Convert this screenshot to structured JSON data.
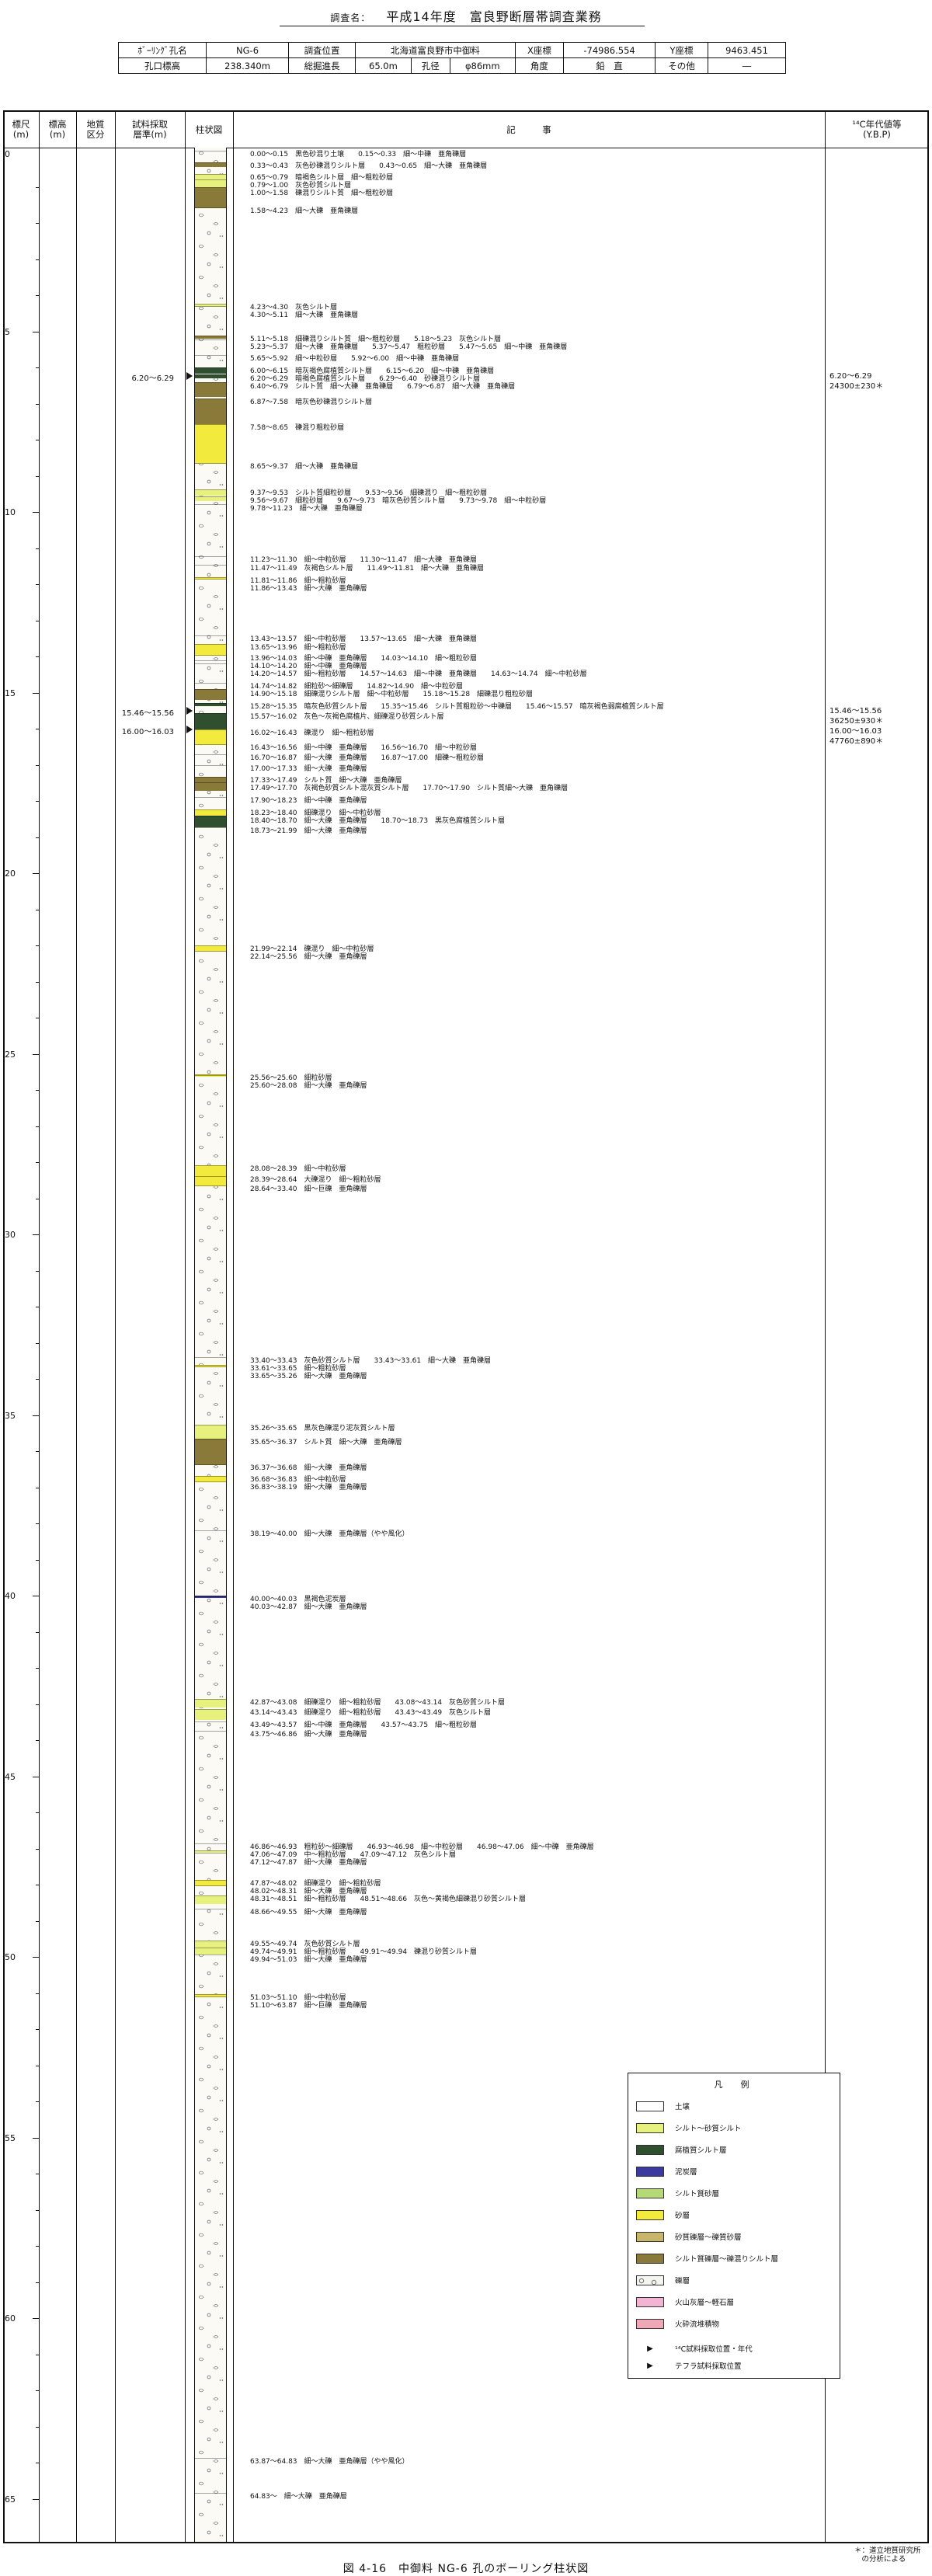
{
  "header": {
    "title_label": "調査名：",
    "title": "平成14年度　富良野断層帯調査業務"
  },
  "info": {
    "row1": [
      "ﾎﾞｰﾘﾝｸﾞ孔名",
      "NG-6",
      "調査位置",
      "北海道富良野市中御料",
      "X座標",
      "-74986.554",
      "Y座標",
      "9463.451"
    ],
    "row2": [
      "孔口標高",
      "238.340m",
      "総掘進長",
      "65.0m",
      "孔径",
      "φ86mm",
      "角度",
      "鉛　直",
      "その他",
      "―"
    ]
  },
  "columns": {
    "scale": "標尺\n(m)",
    "elev": "標高\n(m)",
    "geo": "地質\n区分",
    "sample": "試料採取\n層準(m)",
    "log": "柱状図",
    "desc": "記　　　事",
    "c14": "¹⁴C年代値等\n(Y.B.P)"
  },
  "depth_ticks": [
    "0",
    "5",
    "10",
    "15",
    "20",
    "25",
    "30",
    "35",
    "40",
    "45",
    "50",
    "55",
    "60",
    "65"
  ],
  "log_entries": [
    "0.00～0.15　黒色砂混り土壌　　0.15～0.33　細～中礫　亜角礫層",
    "0.33～0.43　灰色砂礫混りシルト層　　0.43～0.65　細～大礫　亜角礫層",
    "0.65～0.79　暗褐色シルト層　細～粗粒砂層",
    "0.79～1.00　灰色砂質シルト層",
    "1.00～1.58　礫混りシルト質　細～粗粒砂層",
    "1.58～4.23　細～大礫　亜角礫層",
    "4.23～4.30　灰色シルト層",
    "4.30～5.11　細～大礫　亜角礫層",
    "5.11～5.18　細礫混りシルト質　細～粗粒砂層　　5.18～5.23　灰色シルト層",
    "5.23～5.37　細～大礫　亜角礫層　　5.37～5.47　粗粒砂層　　5.47～5.65　細～中礫　亜角礫層",
    "5.65～5.92　細～中粒砂層　　5.92～6.00　細～中礫　亜角礫層",
    "6.00～6.15　暗灰褐色腐植質シルト層　　6.15～6.20　細～中礫　亜角礫層",
    "6.20～6.29　暗褐色腐植質シルト層　　6.29～6.40　砂礫混りシルト層",
    "6.40～6.79　シルト質　細～大礫　亜角礫層　　6.79～6.87　細～大礫　亜角礫層",
    "6.87～7.58　暗灰色砂礫混りシルト層",
    "7.58～8.65　礫混り粗粒砂層",
    "8.65～9.37　細～大礫　亜角礫層",
    "9.37～9.53　シルト質細粒砂層　　9.53～9.56　細礫混り　細～粗粒砂層",
    "9.56～9.67　細粒砂層　　9.67～9.73　暗灰色砂質シルト層　　9.73～9.78　細～中粒砂層",
    "9.78～11.23　細～大礫　亜角礫層",
    "11.23～11.30　細～中粒砂層　　11.30～11.47　細～大礫　亜角礫層",
    "11.47～11.49　灰褐色シルト層　　11.49～11.81　細～大礫　亜角礫層",
    "11.81～11.86　細～粗粒砂層",
    "11.86～13.43　細～大礫　亜角礫層",
    "13.43～13.57　細～中粒砂層　　13.57～13.65　細～大礫　亜角礫層",
    "13.65～13.96　細～粗粒砂層",
    "13.96～14.03　細～中礫　亜角礫層　　14.03～14.10　細～粗粒砂層",
    "14.10～14.20　細～中礫　亜角礫層",
    "14.20～14.57　細～粗粒砂層　　14.57～14.63　細～中礫　亜角礫層　　14.63～14.74　細～中粒砂層",
    "14.74～14.82　細粒砂～細礫層　　14.82～14.90　細～中粒砂層",
    "14.90～15.18　細礫混りシルト層　細～中粒砂層　　15.18～15.28　細礫混り粗粒砂層",
    "15.28～15.35　暗灰色砂質シルト層　　15.35～15.46　シルト質粗粒砂～中礫層　　15.46～15.57　暗灰褐色弱腐植質シルト層",
    "15.57～16.02　灰色～灰褐色腐植片、細礫混り砂質シルト層",
    "16.02～16.43　礫混り　細～粗粒砂層",
    "16.43～16.56　細～中礫　亜角礫層　　16.56～16.70　細～中粒砂層",
    "16.70～16.87　細～大礫　亜角礫層　　16.87～17.00　細礫～粗粒砂層",
    "17.00～17.33　細～大礫　亜角礫層",
    "17.33～17.49　シルト質　細～大礫　亜角礫層",
    "17.49～17.70　灰褐色砂質シルト混灰質シルト層　　17.70～17.90　シルト質細～大礫　亜角礫層",
    "17.90～18.23　細～中礫　亜角礫層",
    "18.23～18.40　細礫混り　細～中粒砂層",
    "18.40～18.70　細～大礫　亜角礫層　　18.70～18.73　黒灰色腐植質シルト層",
    "18.73～21.99　細～大礫　亜角礫層",
    "21.99～22.14　礫混り　細～中粒砂層",
    "22.14～25.56　細～大礫　亜角礫層",
    "25.56～25.60　細粒砂層",
    "25.60～28.08　細～大礫　亜角礫層",
    "28.08～28.39　細～中粒砂層",
    "28.39～28.64　大礫混り　細～粗粒砂層",
    "28.64～33.40　細～巨礫　亜角礫層",
    "33.40～33.43　灰色砂質シルト層　　33.43～33.61　細～大礫　亜角礫層",
    "33.61～33.65　細～粗粒砂層",
    "33.65～35.26　細～大礫　亜角礫層",
    "35.26～35.65　黒灰色礫混り泥灰質シルト層",
    "35.65～36.37　シルト質　細～大礫　亜角礫層",
    "36.37～36.68　細～大礫　亜角礫層",
    "36.68～36.83　細～中粒砂層",
    "36.83～38.19　細～大礫　亜角礫層",
    "38.19～40.00　細～大礫　亜角礫層（やや風化）",
    "40.00～40.03　黒褐色泥炭層",
    "40.03～42.87　細～大礫　亜角礫層",
    "42.87～43.08　細礫混り　細～粗粒砂層　　43.08～43.14　灰色砂質シルト層",
    "43.14～43.43　細礫混り　細～粗粒砂層　　43.43～43.49　灰色シルト層",
    "43.49～43.57　細～中礫　亜角礫層　　43.57～43.75　細～粗粒砂層",
    "43.75～46.86　細～大礫　亜角礫層",
    "46.86～46.93　粗粒砂～細礫層　　46.93～46.98　細～中粒砂層　　46.98～47.06　細～中礫　亜角礫層",
    "47.06～47.09　中～粗粒砂層　　47.09～47.12　灰色シルト層",
    "47.12～47.87　細～大礫　亜角礫層",
    "47.87～48.02　細礫混り　細～粗粒砂層",
    "48.02～48.31　細～大礫　亜角礫層",
    "48.31～48.51　細～粗粒砂層　　48.51～48.66　灰色～黄褐色細礫混り砂質シルト層",
    "48.66～49.55　細～大礫　亜角礫層",
    "49.55～49.74　灰色砂質シルト層",
    "49.74～49.91　細～粗粒砂層　　49.91～49.94　礫混り砂質シルト層",
    "49.94～51.03　細～大礫　亜角礫層",
    "51.03～51.10　細～中粒砂層",
    "51.10～63.87　細～巨礫　亜角礫層",
    "63.87～64.83　細～大礫　亜角礫層（やや風化）",
    "64.83～　細～大礫　亜角礫層"
  ],
  "samples": [
    {
      "label": "6.20～6.29",
      "depth_m": 6.245,
      "tephra": false
    },
    {
      "label": "15.46～15.56",
      "depth_m": 15.51,
      "tephra": false
    },
    {
      "label": "16.00～16.03",
      "depth_m": 16.015,
      "tephra": false
    }
  ],
  "c14": [
    {
      "text": "6.20～6.29\n24300±230＊",
      "depth_m": 6.2
    },
    {
      "text": "15.46～15.56\n36250±930＊\n16.00～16.03\n47760±890＊",
      "depth_m": 15.46
    }
  ],
  "legend": {
    "title": "凡　例",
    "items": [
      {
        "label": "土壌",
        "color": "#ffffff"
      },
      {
        "label": "シルト～砂質シルト",
        "color": "#e7f27e"
      },
      {
        "label": "腐植質シルト層",
        "color": "#2f4f2f"
      },
      {
        "label": "泥炭層",
        "color": "#3a3aa0"
      },
      {
        "label": "シルト質砂層",
        "color": "#b6d978"
      },
      {
        "label": "砂層",
        "color": "#f2ea3c"
      },
      {
        "label": "砂質礫層～礫質砂層",
        "color": "#c7b56a"
      },
      {
        "label": "シルト質礫層～礫混りシルト層",
        "color": "#8a7a3a"
      },
      {
        "label": "礫層",
        "color": "#f4f4f0"
      },
      {
        "label": "火山灰層～軽石層",
        "color": "#f2b4d2"
      },
      {
        "label": "火砕流堆積物",
        "color": "#f0a8b8"
      }
    ],
    "sym1": "¹⁴C試料採取位置・年代",
    "sym2": "テフラ試料採取位置"
  },
  "footnote": "＊：道立地質研究所\n　の分析による",
  "caption": "図 4-16　中御料 NG-6 孔のボーリング柱状図"
}
